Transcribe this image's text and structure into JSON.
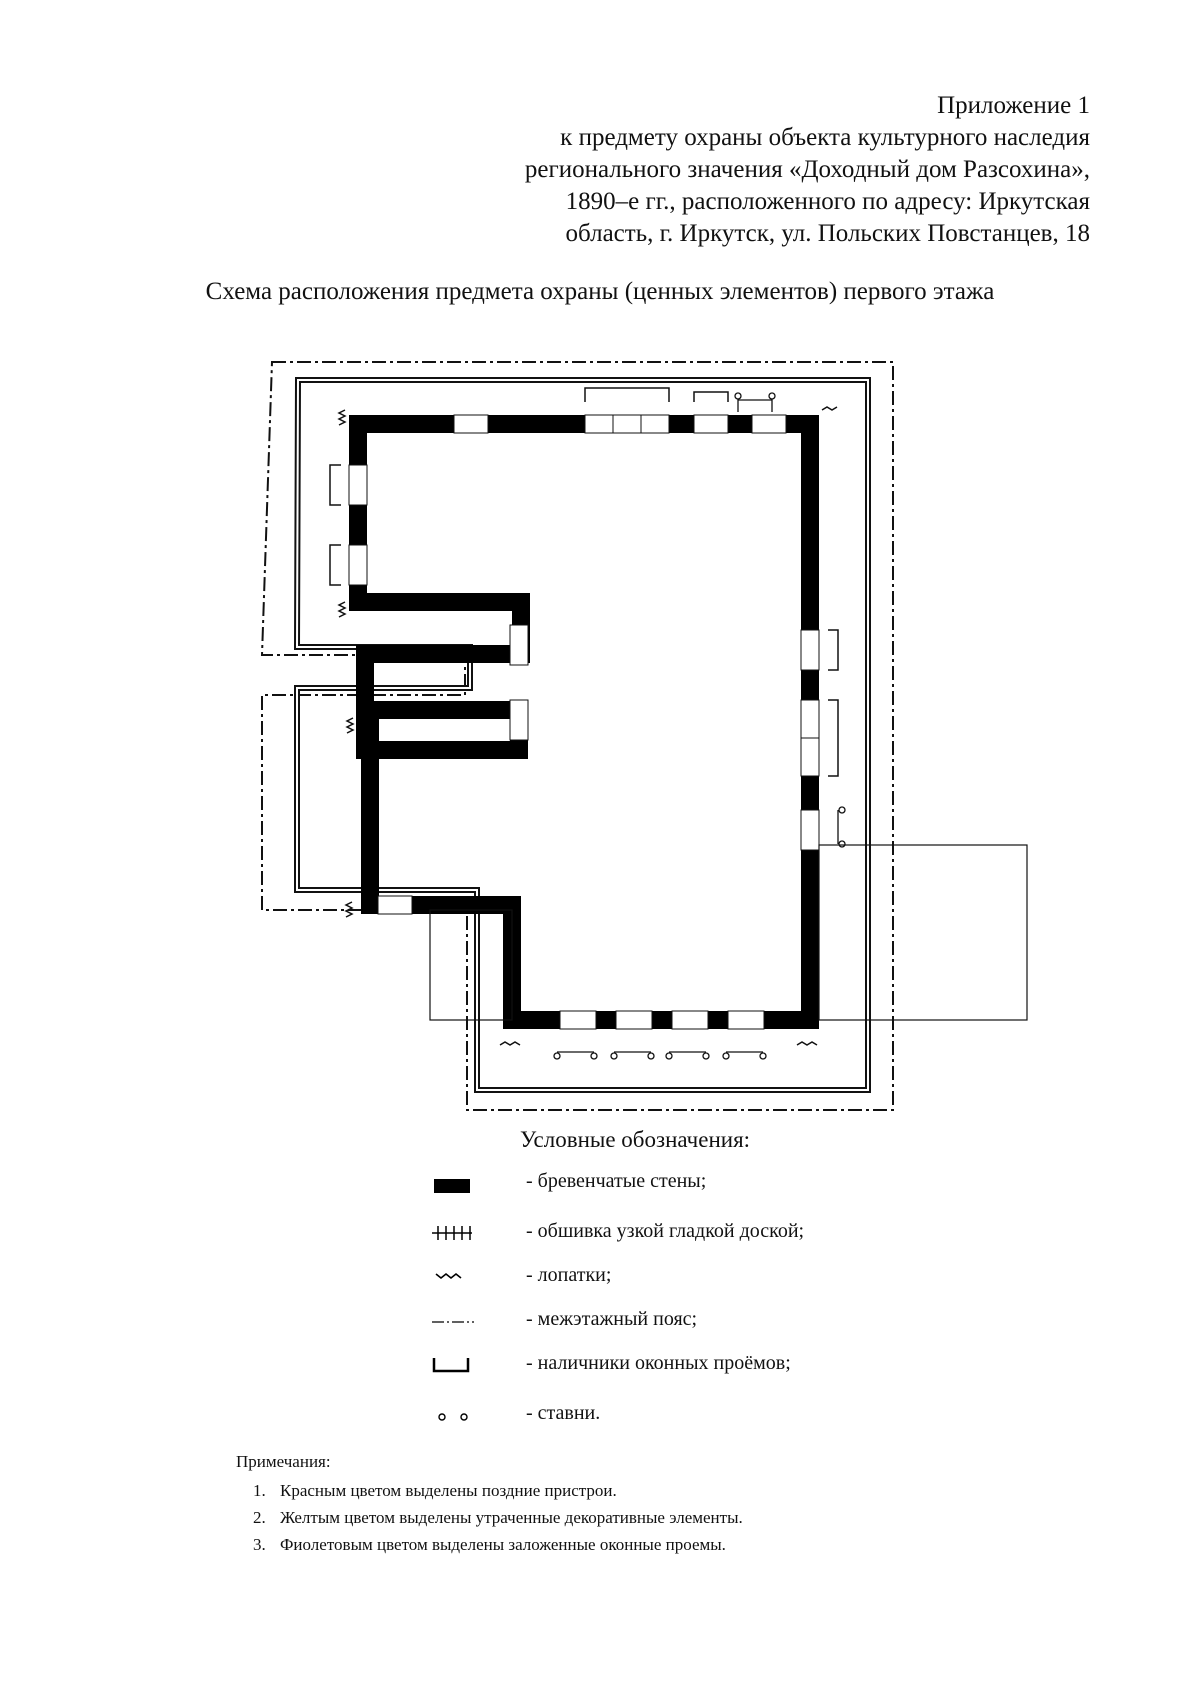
{
  "header": {
    "line1": "Приложение 1",
    "line2": "к предмету охраны объекта культурного наследия",
    "line3": "регионального значения «Доходный дом Разсохина»,",
    "line4": "1890–е гг., расположенного по адресу: Иркутская",
    "line5": "область, г. Иркутск, ул. Польских Повстанцев, 18"
  },
  "scheme_title": "Схема расположения предмета охраны (ценных элементов) первого этажа",
  "legend": {
    "title": "Условные обозначения:",
    "items": [
      {
        "symbol": "log-wall-symbol",
        "label": "- бревенчатые стены;"
      },
      {
        "symbol": "board-sheathing-symbol",
        "label": "- обшивка узкой гладкой доской;"
      },
      {
        "symbol": "pilaster-symbol",
        "label": "- лопатки;"
      },
      {
        "symbol": "belt-course-symbol",
        "label": "- межэтажный пояс;"
      },
      {
        "symbol": "window-casing-symbol",
        "label": "- наличники оконных проёмов;"
      },
      {
        "symbol": "shutter-symbol",
        "label": "- ставни."
      }
    ]
  },
  "notes": {
    "title": "Примечания:",
    "items": [
      "Красным цветом выделены поздние пристрои.",
      "Желтым цветом выделены утраченные декоративные элементы.",
      "Фиолетовым цветом выделены заложенные оконные проемы."
    ]
  }
}
